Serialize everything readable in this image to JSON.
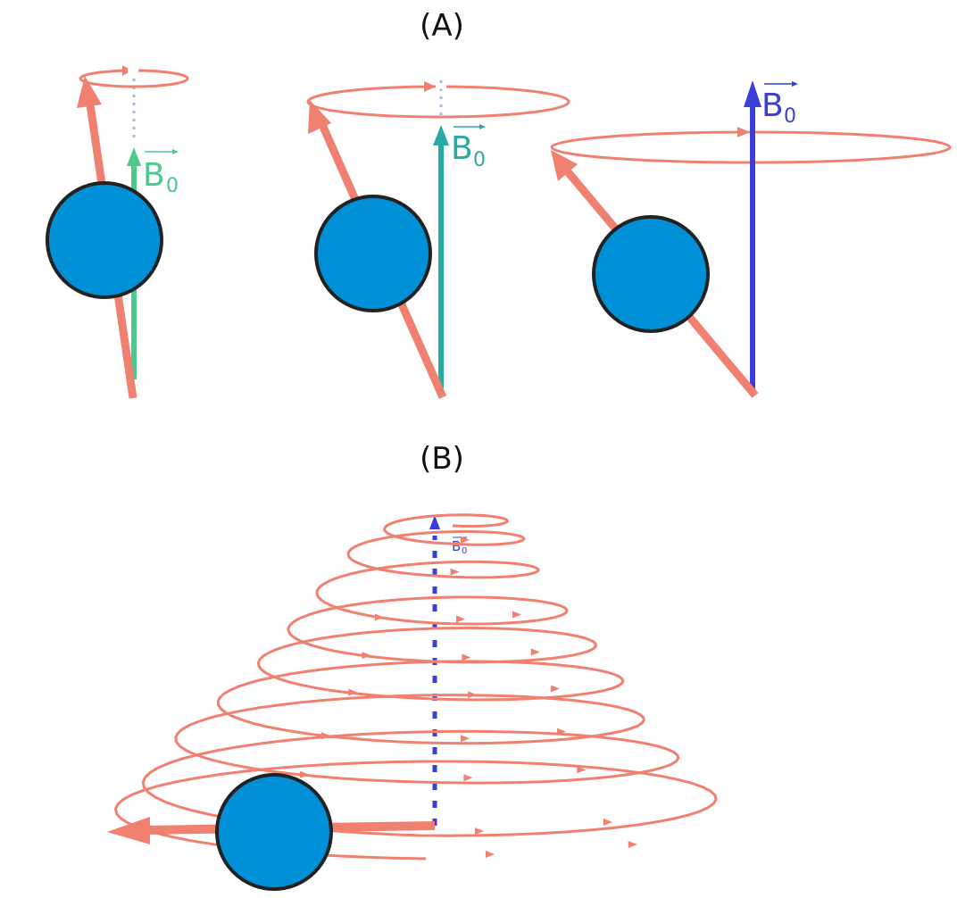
{
  "panel_a": {
    "label": "(A)",
    "field_label": "B",
    "field_subscript": "0"
  },
  "panel_b": {
    "label": "(B)",
    "field_label": "B",
    "field_subscript": "0"
  },
  "colors": {
    "spin": "#f08070",
    "nucleus_fill": "#0090d8",
    "nucleus_stroke": "#222222",
    "field_small": "#4ec98c",
    "field_medium": "#2aaaa5",
    "field_large": "#3b3fd8",
    "dotted_axis": "#a9b9e0"
  }
}
